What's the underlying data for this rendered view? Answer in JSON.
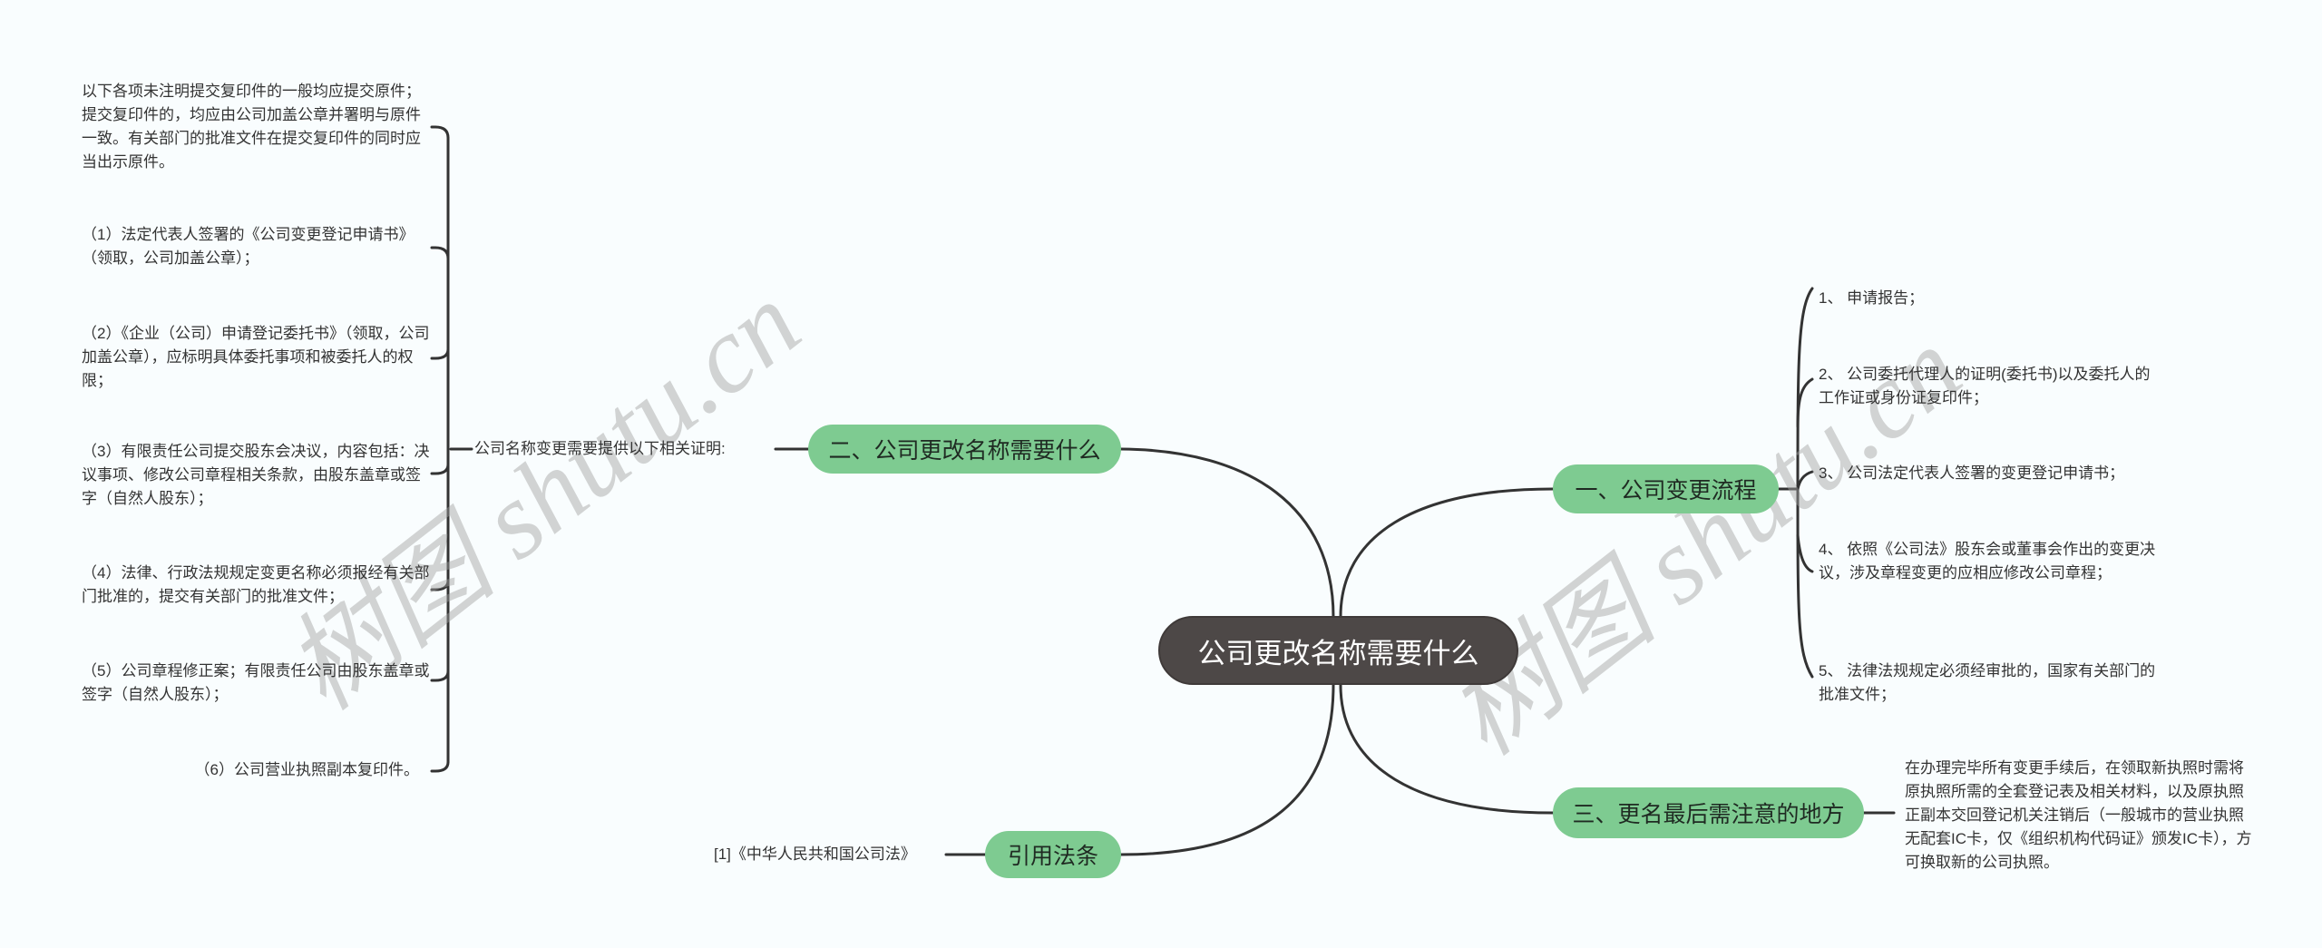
{
  "root": {
    "label": "公司更改名称需要什么"
  },
  "colors": {
    "background": "#f9fdfe",
    "root_fill": "#4d4847",
    "branch_fill": "#7ecb91",
    "line": "#333333",
    "watermark": "#a0a0a0"
  },
  "branches": {
    "left_top": {
      "label": "二、公司更改名称需要什么",
      "connector_label": "公司名称变更需要提供以下相关证明:",
      "items": [
        "以下各项未注明提交复印件的一般均应提交原件；提交复印件的，均应由公司加盖公章并署明与原件一致。有关部门的批准文件在提交复印件的同时应当出示原件。",
        "（1）法定代表人签署的《公司变更登记申请书》（领取，公司加盖公章）；",
        "（2）《企业（公司）申请登记委托书》（领取，公司加盖公章），应标明具体委托事项和被委托人的权限；",
        "（3）有限责任公司提交股东会决议，内容包括：决议事项、修改公司章程相关条款，由股东盖章或签字（自然人股东）；",
        "（4）法律、行政法规规定变更名称必须报经有关部门批准的，提交有关部门的批准文件；",
        "（5）公司章程修正案；有限责任公司由股东盖章或签字（自然人股东）；",
        "（6）公司营业执照副本复印件。"
      ]
    },
    "left_bottom": {
      "label": "引用法条",
      "items": [
        "[1]《中华人民共和国公司法》"
      ]
    },
    "right_top": {
      "label": "一、公司变更流程",
      "items": [
        "1、 申请报告；",
        "2、 公司委托代理人的证明(委托书)以及委托人的工作证或身份证复印件；",
        "3、 公司法定代表人签署的变更登记申请书；",
        "4、 依照《公司法》股东会或董事会作出的变更决议，涉及章程变更的应相应修改公司章程；",
        "5、 法律法规规定必须经审批的，国家有关部门的批准文件；"
      ]
    },
    "right_bottom": {
      "label": "三、更名最后需注意的地方",
      "items": [
        "在办理完毕所有变更手续后，在领取新执照时需将原执照所需的全套登记表及相关材料，以及原执照正副本交回登记机关注销后（一般城市的营业执照无配套IC卡，仅《组织机构代码证》颁发IC卡），方可换取新的公司执照。"
      ]
    }
  },
  "watermarks": [
    "树图 shutu.cn",
    "树图 shutu.cn"
  ]
}
